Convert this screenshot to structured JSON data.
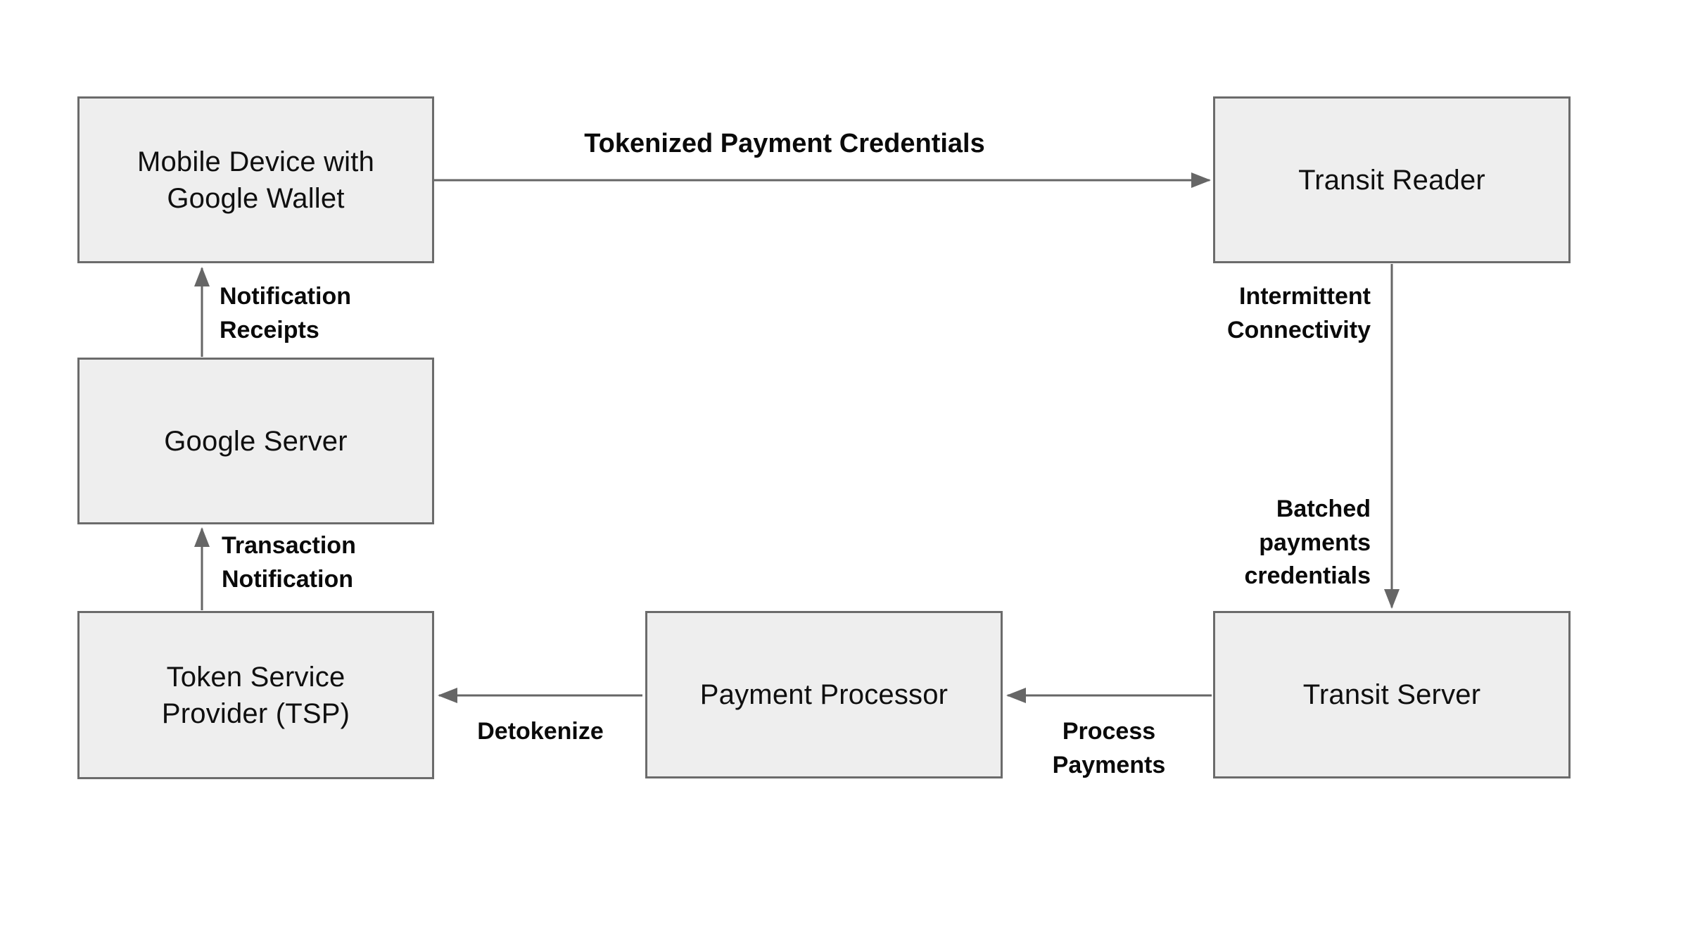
{
  "diagram": {
    "colors": {
      "background": "#ffffff",
      "node_fill": "#eeeeee",
      "node_border": "#6b6b6b",
      "arrow": "#666666",
      "node_text": "#0f0f0f",
      "label_text": "#0a0a0a"
    },
    "nodes": [
      {
        "id": "mobile-device-google-wallet",
        "label": "Mobile Device with\nGoogle Wallet"
      },
      {
        "id": "transit-reader",
        "label": "Transit Reader"
      },
      {
        "id": "google-server",
        "label": "Google Server"
      },
      {
        "id": "token-service-provider",
        "label": "Token Service\nProvider (TSP)"
      },
      {
        "id": "payment-processor",
        "label": "Payment Processor"
      },
      {
        "id": "transit-server",
        "label": "Transit Server"
      }
    ],
    "edges": [
      {
        "id": "tokenized-payment-credentials",
        "from": "mobile-device-google-wallet",
        "to": "transit-reader",
        "label": "Tokenized Payment Credentials"
      },
      {
        "id": "notification-receipts",
        "from": "google-server",
        "to": "mobile-device-google-wallet",
        "label": "Notification\nReceipts"
      },
      {
        "id": "reader-to-transit-server",
        "from": "transit-reader",
        "to": "transit-server",
        "labels": [
          "Intermittent\nConnectivity",
          "Batched\npayments\ncredentials"
        ]
      },
      {
        "id": "transaction-notification",
        "from": "token-service-provider",
        "to": "google-server",
        "label": "Transaction\nNotification"
      },
      {
        "id": "process-payments",
        "from": "transit-server",
        "to": "payment-processor",
        "label": "Process\nPayments"
      },
      {
        "id": "detokenize",
        "from": "payment-processor",
        "to": "token-service-provider",
        "label": "Detokenize"
      }
    ]
  }
}
